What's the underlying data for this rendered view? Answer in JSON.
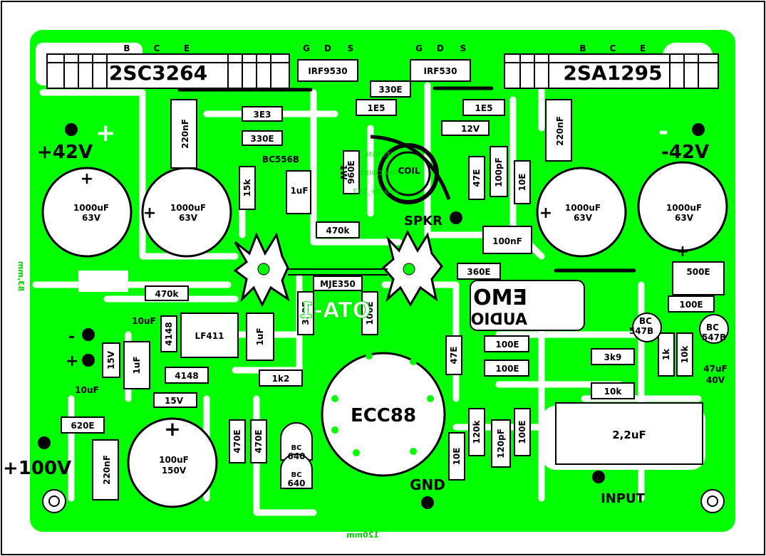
{
  "transistors": {
    "left_power": {
      "part": "2SC3264",
      "pins": [
        "B",
        "C",
        "E"
      ]
    },
    "right_power": {
      "part": "2SA1295",
      "pins": [
        "B",
        "C",
        "E"
      ]
    },
    "left_fet": {
      "part": "IRF9530",
      "pins": [
        "G",
        "D",
        "S"
      ]
    },
    "right_fet": {
      "part": "IRF530",
      "pins": [
        "G",
        "D",
        "S"
      ]
    }
  },
  "rails": {
    "pos42": "+42V",
    "neg42": "-42V",
    "pos100": "+100V"
  },
  "terminals": {
    "speaker": "SPKR",
    "ground": "GND",
    "input": "INPUT"
  },
  "polarity": {
    "plus": "+",
    "minus": "-"
  },
  "capacitors": {
    "c1000": "1000uF",
    "v63": "63V",
    "c220n": "220nF",
    "c1u": "1uF",
    "c100n": "100nF",
    "c100p": "100pF",
    "c10u": "10uF",
    "c100u": "100uF",
    "v150": "150V",
    "c2u2": "2,2uF",
    "c120p": "120pF",
    "c47u": "47uF",
    "v40": "40V"
  },
  "resistors": {
    "r330": "330E",
    "r1e5": "1E5",
    "r3e3": "3E3",
    "r15k": "15k",
    "r960": "960E",
    "r1w": "1W",
    "r47": "47E",
    "r10": "10E",
    "r470k": "470k",
    "r360": "360E",
    "r500": "500E",
    "r100": "100E",
    "r1k2": "1k2",
    "r3k9": "3k9",
    "r10k": "10k",
    "r1k": "1k",
    "r620": "620E",
    "r470": "470E",
    "r120k": "120k"
  },
  "semis": {
    "bc556b": "BC556B",
    "mje350": "MJE350",
    "lf411": "LF411",
    "d4148": "4148",
    "z15v": "15V",
    "z12v": "12V",
    "bc": "BC",
    "n640": "640",
    "n547b": "547B",
    "ecc88": "ECC88"
  },
  "coil": {
    "label": "COIL",
    "ghost_lines": [
      "DESIGN",
      "OPACOIIO",
      "Feb_de_587"
    ]
  },
  "board": {
    "title": "OTA-1",
    "brand_top": "EMO",
    "brand_bottom": "AUDIO",
    "width_dim": "120mm",
    "height_dim": "83,mm"
  },
  "colors": {
    "copper": "#00FF00",
    "background": "#FFFFFF",
    "silkscreen": "#000000"
  }
}
